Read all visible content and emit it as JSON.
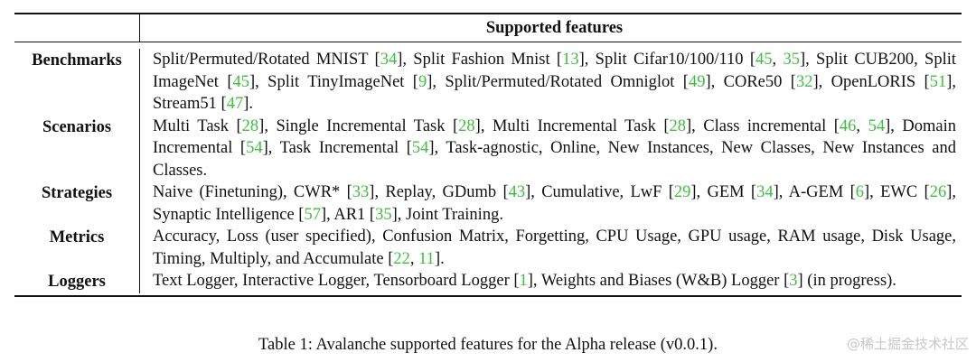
{
  "table": {
    "header": "Supported features",
    "rows": [
      {
        "category": "Benchmarks",
        "segments": [
          {
            "t": "Split/Permuted/Rotated MNIST ["
          },
          {
            "t": "34",
            "cite": true
          },
          {
            "t": "], Split Fashion Mnist ["
          },
          {
            "t": "13",
            "cite": true
          },
          {
            "t": "], Split Cifar10/100/110 ["
          },
          {
            "t": "45",
            "cite": true
          },
          {
            "t": ", "
          },
          {
            "t": "35",
            "cite": true
          },
          {
            "t": "], Split CUB200, Split ImageNet ["
          },
          {
            "t": "45",
            "cite": true
          },
          {
            "t": "], Split TinyImageNet ["
          },
          {
            "t": "9",
            "cite": true
          },
          {
            "t": "], Split/Permuted/Rotated Omniglot ["
          },
          {
            "t": "49",
            "cite": true
          },
          {
            "t": "], CORe50 ["
          },
          {
            "t": "32",
            "cite": true
          },
          {
            "t": "], OpenLORIS ["
          },
          {
            "t": "51",
            "cite": true
          },
          {
            "t": "], Stream51 ["
          },
          {
            "t": "47",
            "cite": true
          },
          {
            "t": "]."
          }
        ]
      },
      {
        "category": "Scenarios",
        "segments": [
          {
            "t": "Multi Task ["
          },
          {
            "t": "28",
            "cite": true
          },
          {
            "t": "], Single Incremental Task ["
          },
          {
            "t": "28",
            "cite": true
          },
          {
            "t": "], Multi Incremental Task ["
          },
          {
            "t": "28",
            "cite": true
          },
          {
            "t": "], Class incremental ["
          },
          {
            "t": "46",
            "cite": true
          },
          {
            "t": ", "
          },
          {
            "t": "54",
            "cite": true
          },
          {
            "t": "], Domain Incremental ["
          },
          {
            "t": "54",
            "cite": true
          },
          {
            "t": "], Task Incremental ["
          },
          {
            "t": "54",
            "cite": true
          },
          {
            "t": "], Task-agnostic, Online, New Instances, New Classes, New Instances and Classes."
          }
        ]
      },
      {
        "category": "Strategies",
        "segments": [
          {
            "t": "Naive (Finetuning), CWR* ["
          },
          {
            "t": "33",
            "cite": true
          },
          {
            "t": "], Replay, GDumb ["
          },
          {
            "t": "43",
            "cite": true
          },
          {
            "t": "], Cumulative, LwF ["
          },
          {
            "t": "29",
            "cite": true
          },
          {
            "t": "], GEM ["
          },
          {
            "t": "34",
            "cite": true
          },
          {
            "t": "], A-GEM ["
          },
          {
            "t": "6",
            "cite": true
          },
          {
            "t": "], EWC ["
          },
          {
            "t": "26",
            "cite": true
          },
          {
            "t": "], Synaptic Intelligence ["
          },
          {
            "t": "57",
            "cite": true
          },
          {
            "t": "], AR1 ["
          },
          {
            "t": "35",
            "cite": true
          },
          {
            "t": "], Joint Training."
          }
        ]
      },
      {
        "category": "Metrics",
        "segments": [
          {
            "t": "Accuracy, Loss (user specified), Confusion Matrix, Forgetting, CPU Usage, GPU usage, RAM usage, Disk Usage, Timing, Multiply, and Accumulate ["
          },
          {
            "t": "22",
            "cite": true
          },
          {
            "t": ", "
          },
          {
            "t": "11",
            "cite": true
          },
          {
            "t": "]."
          }
        ]
      },
      {
        "category": "Loggers",
        "segments": [
          {
            "t": "Text Logger, Interactive Logger, Tensorboard Logger ["
          },
          {
            "t": "1",
            "cite": true
          },
          {
            "t": "], Weights and Biases (W&B) Logger ["
          },
          {
            "t": "3",
            "cite": true
          },
          {
            "t": "] (in progress)."
          }
        ]
      }
    ]
  },
  "caption": "Table 1: Avalanche supported features for the Alpha release (v0.0.1).",
  "watermark": "@稀土掘金技术社区",
  "colors": {
    "cite": "#3fbf3f",
    "rule": "#111111"
  }
}
